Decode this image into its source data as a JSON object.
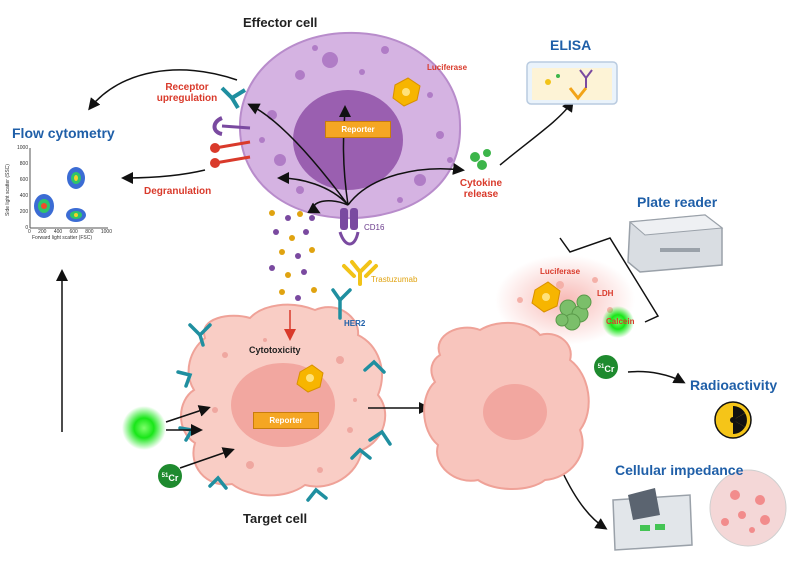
{
  "labels": {
    "effector_cell": "Effector cell",
    "target_cell": "Target cell",
    "elisa": "ELISA",
    "flow_cytometry": "Flow cytometry",
    "plate_reader": "Plate reader",
    "radioactivity": "Radioactivity",
    "cellular_impedance": "Cellular impedance",
    "receptor_upregulation": "Receptor upregulation",
    "degranulation": "Degranulation",
    "cytokine_release": "Cytokine release",
    "luciferase_effector": "Luciferase",
    "luciferase_target": "Luciferase",
    "reporter_effector": "Reporter",
    "reporter_target": "Reporter",
    "cd16": "CD16",
    "trastuzumab": "Trastuzumab",
    "her2": "HER2",
    "cytotoxicity": "Cytotoxicity",
    "ldh": "LDH",
    "calcein": "Calcein",
    "cr51_mass": "51",
    "cr51_symbol": "Cr",
    "flow_x_axis": "Forward light scatter (FSC)",
    "flow_y_axis": "Side light scatter (SSC)",
    "flow_x_ticks": [
      "0",
      "200",
      "400",
      "600",
      "800",
      "1000"
    ],
    "flow_y_ticks": [
      "1000",
      "800",
      "600",
      "400",
      "200",
      "0"
    ]
  },
  "colors": {
    "title_blue": "#1f5fa8",
    "label_red": "#d93a2b",
    "effector_purple": "#c9a4d8",
    "target_pink": "#f7c9c0",
    "reporter_orange": "#f5a623",
    "cr_green": "#1e8a2e",
    "antibody_yellow": "#f2c318",
    "receptor_teal": "#1f8fa0"
  },
  "icons": [
    "luciferase-icon",
    "antibody-icon",
    "cd16-receptor-icon",
    "her2-receptor-icon",
    "radiation-icon",
    "plate-reader-icon",
    "impedance-instrument-icon",
    "elisa-well-icon",
    "flow-cytometry-plot-icon",
    "calcein-glow-icon"
  ]
}
